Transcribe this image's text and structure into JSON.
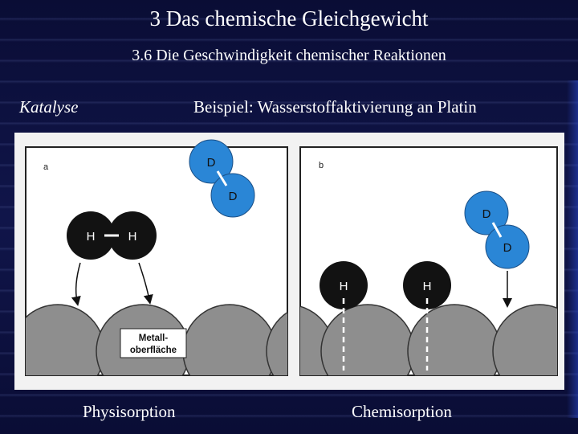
{
  "header": {
    "title": "3 Das chemische Gleichgewicht",
    "subtitle": "3.6 Die Geschwindigkeit chemischer Reaktionen"
  },
  "topic": "Katalyse",
  "example": "Beispiel: Wasserstoffaktivierung an Platin",
  "figure": {
    "panel_a": {
      "label": "a",
      "molecule_d": [
        "D",
        "D"
      ],
      "molecule_h": [
        "H",
        "H"
      ],
      "surface_label_line1": "Metall-",
      "surface_label_line2": "oberfläche"
    },
    "panel_b": {
      "label": "b",
      "molecule_d": [
        "D",
        "D"
      ],
      "adsorbed_atoms": [
        "H",
        "H"
      ]
    },
    "colors": {
      "deuterium": "#2a86d6",
      "hydrogen": "#121212",
      "metal": "#8e8e8e",
      "paper": "#f2f2f2"
    }
  },
  "captions": {
    "left": "Physisorption",
    "right": "Chemisorption"
  }
}
